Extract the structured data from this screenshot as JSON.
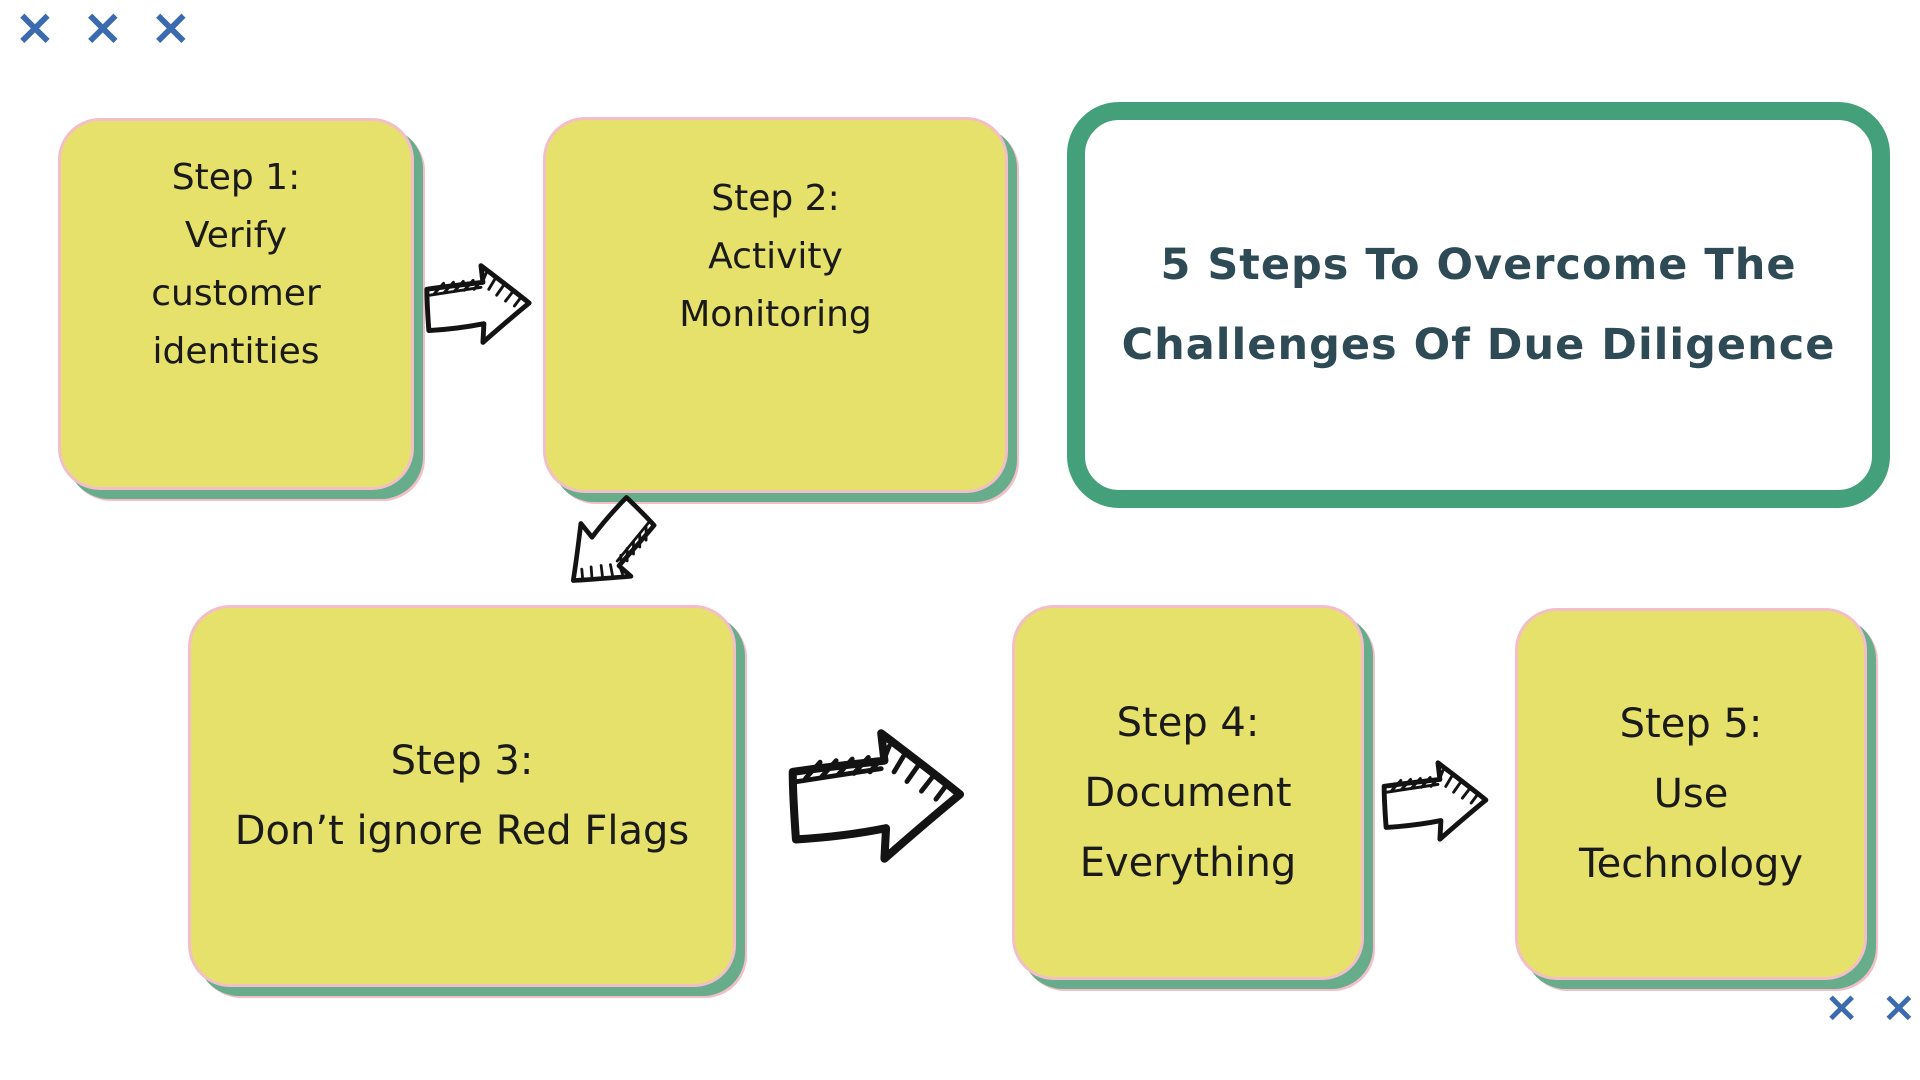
{
  "decor": {
    "mark_glyph": "×",
    "mark_color": "#3b6bae"
  },
  "title_box": {
    "line1": "5 Steps To Overcome The",
    "line2": "Challenges Of Due Diligence",
    "border_color": "#43a07a",
    "text_color": "#2e4a54"
  },
  "steps": [
    {
      "name": "Step 1",
      "lines": [
        "Step 1:",
        "Verify",
        "customer",
        "identities"
      ]
    },
    {
      "name": "Step 2",
      "lines": [
        "Step 2:",
        "Activity",
        "Monitoring"
      ]
    },
    {
      "name": "Step 3",
      "lines": [
        "Step 3:",
        "Don’t ignore Red Flags"
      ]
    },
    {
      "name": "Step 4",
      "lines": [
        "Step 4:",
        "Document",
        "Everything"
      ]
    },
    {
      "name": "Step 5",
      "lines": [
        "Step 5:",
        "Use",
        "Technology"
      ]
    }
  ],
  "colors": {
    "box_fill": "#e6e16b",
    "box_border": "#f2bfc8",
    "box_shadow_green": "#67ad8c",
    "arrow_ink": "#131313",
    "background": "#ffffff"
  }
}
